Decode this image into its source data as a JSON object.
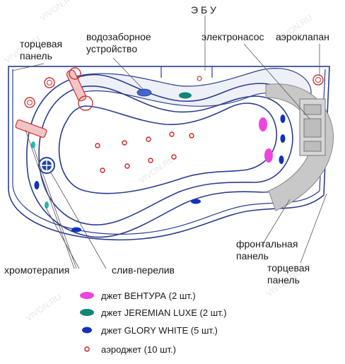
{
  "labels": {
    "ecu": "Э Б У",
    "end_panel_top_1": "торцевая",
    "end_panel_top_2": "панель",
    "water_intake_1": "водозаборное",
    "water_intake_2": "устройство",
    "pump": "электронасос",
    "air_valve": "аэроклапан",
    "front_panel_1": "фронтальная",
    "front_panel_2": "панель",
    "end_panel_bottom_1": "торцевая",
    "end_panel_bottom_2": "панель",
    "chromotherapy": "хромотерапия",
    "drain": "слив-перелив"
  },
  "legend": [
    {
      "text": "джет ВЕНТУРА (2 шт.)",
      "color": "#ee44dd",
      "shape": "ellipse-lg"
    },
    {
      "text": "джет JEREMIAN  LUXE (2 шт.)",
      "color": "#118877",
      "shape": "ellipse-lg"
    },
    {
      "text": "джет GLORY  WHITE (5 шт.)",
      "color": "#1133bb",
      "shape": "ellipse-sm"
    },
    {
      "text": "аэроджет (10 шт.)",
      "color": "#cc2222",
      "shape": "ring"
    }
  ],
  "watermark": "VIVON.RU",
  "colors": {
    "outline": "#2b3d8f",
    "panel_gray": "#c8c8c8",
    "light_fill": "#e8eaf4"
  }
}
